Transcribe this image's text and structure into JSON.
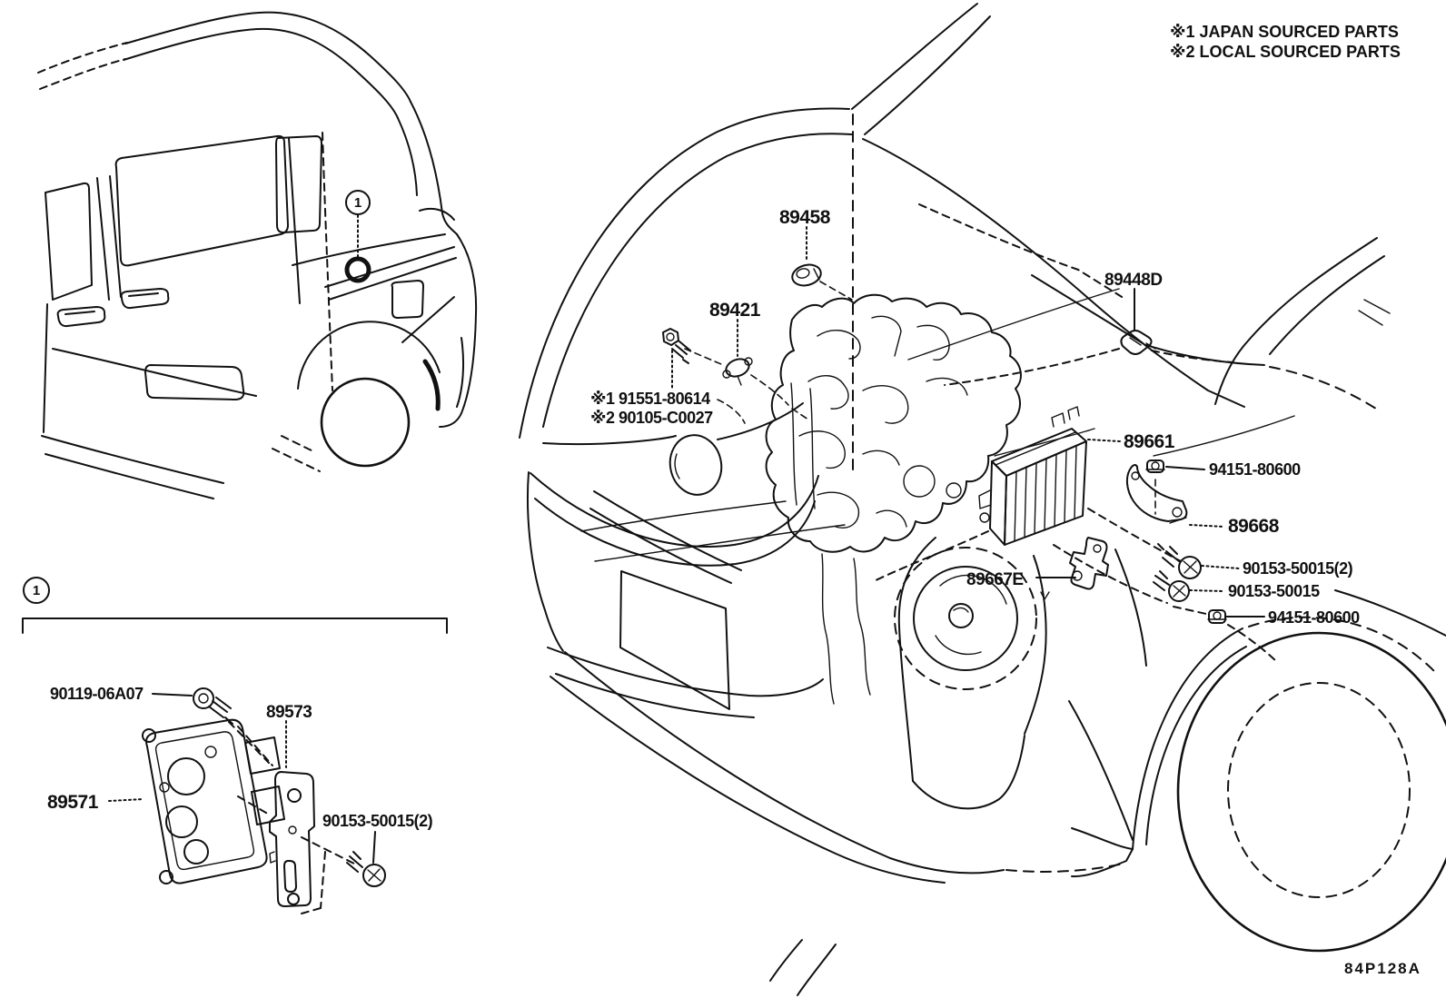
{
  "diagram": {
    "notes": {
      "note1": "※1 JAPAN SOURCED PARTS",
      "note2": "※2 LOCAL SOURCED PARTS"
    },
    "drawing_code": "84P128A",
    "callout_detail": "1",
    "callout_car": "1",
    "labels": {
      "l89458": "89458",
      "l89421": "89421",
      "l89448d": "89448D",
      "l91551": "※1 91551-80614",
      "l90105": "※2 90105-C0027",
      "l89661": "89661",
      "l94151_top": "94151-80600",
      "l89668": "89668",
      "l90153_2_right": "90153-50015(2)",
      "l90153_right": "90153-50015",
      "l94151_bottom": "94151-80600",
      "l89667e": "89667E",
      "l90119": "90119-06A07",
      "l89573": "89573",
      "l89571": "89571",
      "l90153_2_left": "90153-50015(2)"
    },
    "colors": {
      "ink": "#111111",
      "background": "#ffffff"
    }
  }
}
